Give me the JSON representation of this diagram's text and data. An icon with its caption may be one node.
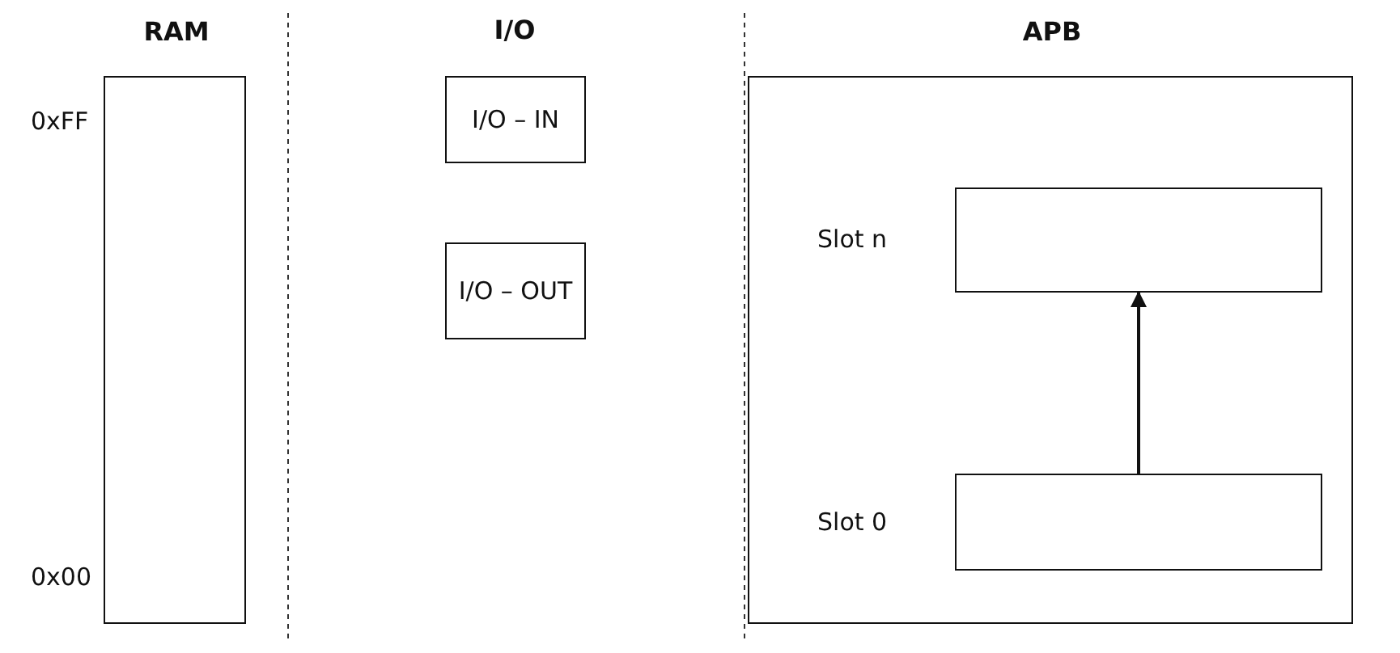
{
  "diagram": {
    "nodes": [
      {
        "text": [
          "RAM"
        ],
        "beside": [
          "0xFF",
          "0x00"
        ]
      },
      {
        "text": [
          "I/O – IN"
        ]
      },
      {
        "text": [
          "I/O – OUT"
        ]
      },
      {
        "text": [
          "APB"
        ]
      },
      {
        "text": [],
        "shape": "box",
        "in": 3,
        "beside": [
          "Slot n"
        ]
      },
      {
        "text": [],
        "shape": "box",
        "in": 3,
        "beside": [
          "Slot 0"
        ]
      }
    ],
    "edges": [
      {
        "from": 5,
        "to": 4,
        "arrow": "to"
      }
    ],
    "labels": [
      "I/O"
    ]
  }
}
